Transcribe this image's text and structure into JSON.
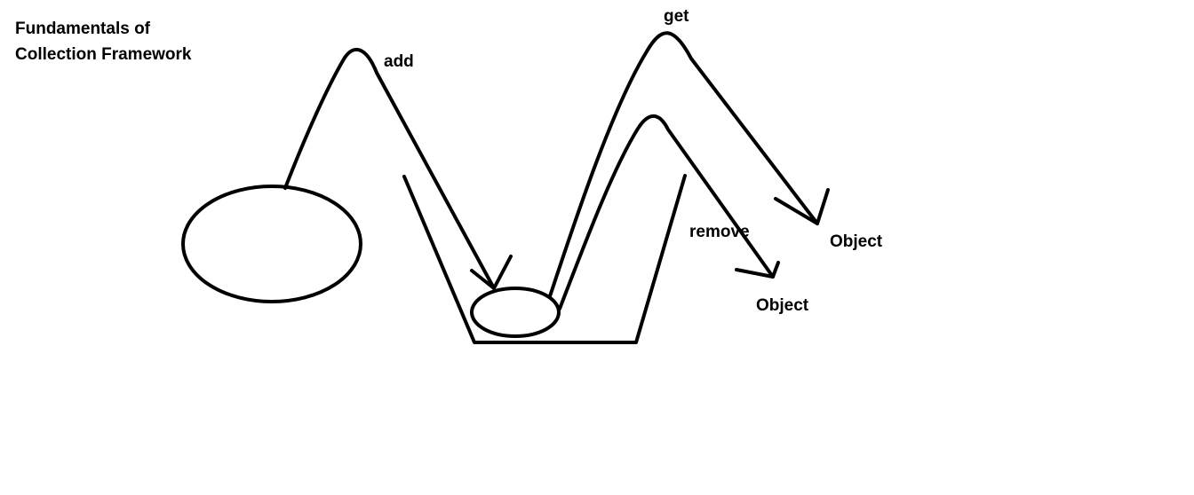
{
  "title": {
    "line1": "Fundamentals of",
    "line2": "Collection Framework"
  },
  "labels": {
    "add": "add",
    "get": "get",
    "remove": "remove",
    "object_get": "Object",
    "object_remove": "Object"
  },
  "colors": {
    "ink": "#000000",
    "background": "#ffffff"
  }
}
